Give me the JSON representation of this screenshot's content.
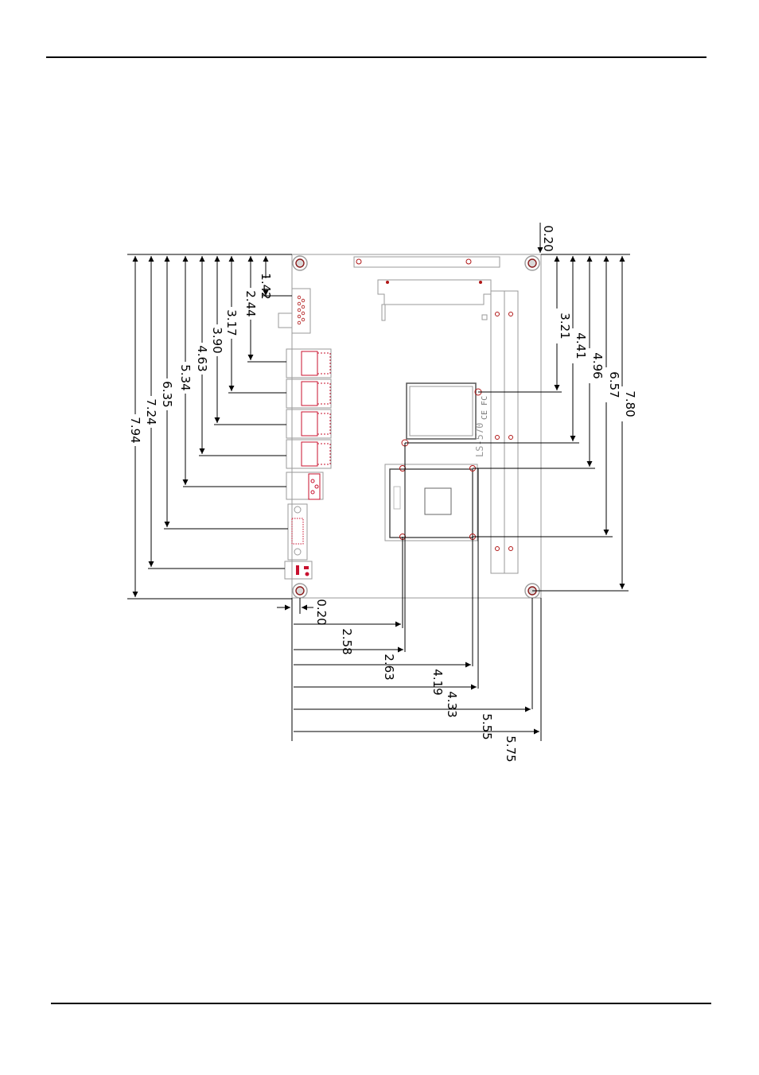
{
  "colors": {
    "line": "#000000",
    "board": "#9a9a9a",
    "holes": "#b01515",
    "component": "#c8102e"
  },
  "board_label": "LS-570",
  "certification_marks": "CE FC",
  "dimensions": {
    "left_vertical": [
      "1.42",
      "2.44",
      "3.17",
      "3.90",
      "4.63",
      "5.34",
      "6.35",
      "7.24",
      "7.94"
    ],
    "right_vertical": [
      "0.20",
      "3.21",
      "4.41",
      "4.96",
      "6.57",
      "7.80"
    ],
    "bottom_horizontal": [
      "0.20",
      "2.58",
      "2.63",
      "4.19",
      "4.33",
      "5.55",
      "5.75"
    ]
  }
}
